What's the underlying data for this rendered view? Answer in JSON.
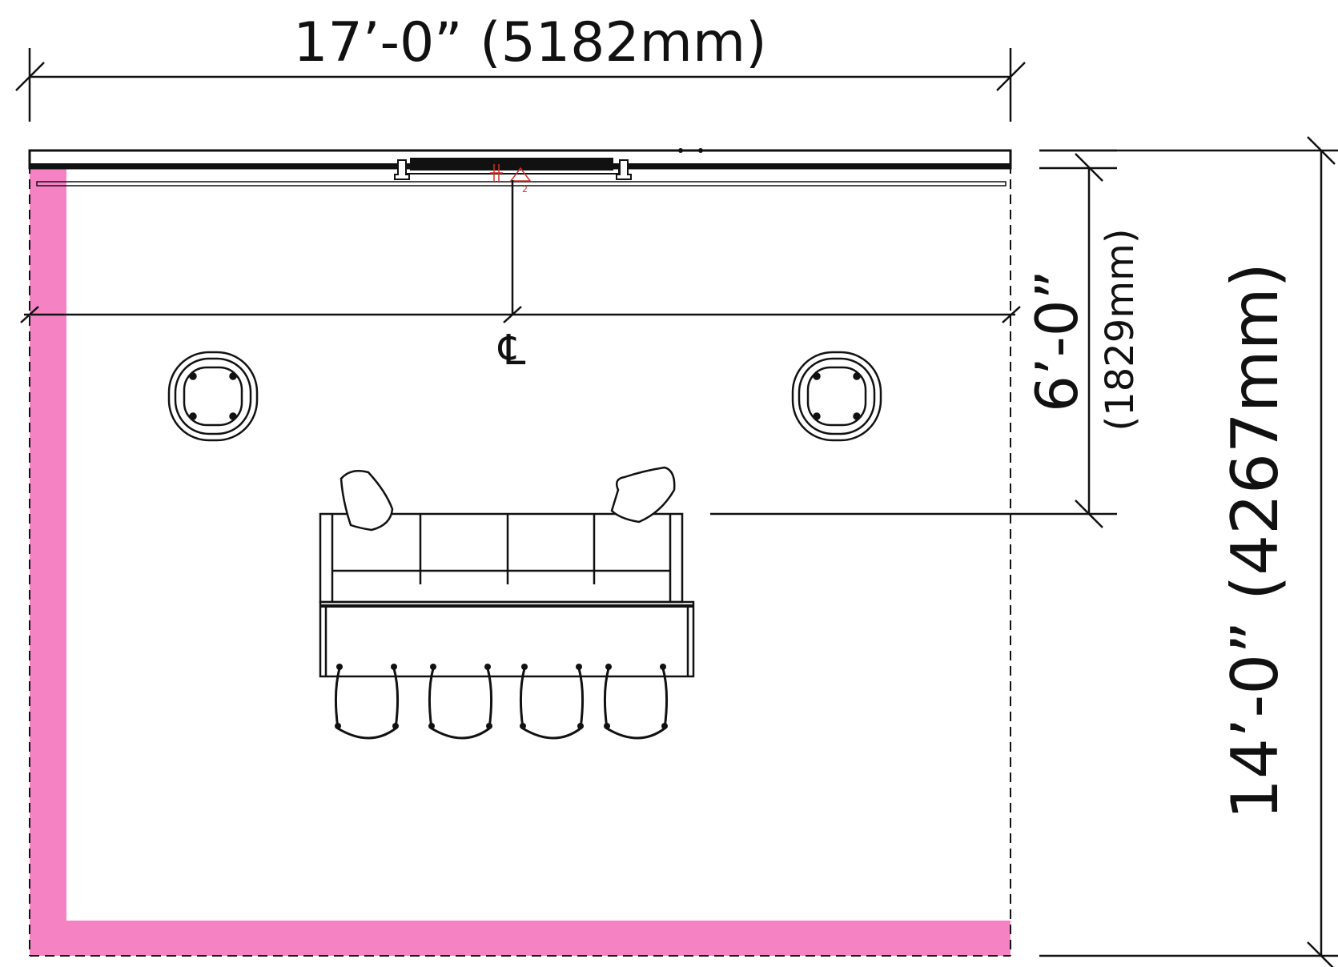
{
  "dimensions": {
    "width_label": "17’-0” (5182mm)",
    "depth_label": "14’-0” (4267mm)",
    "setback_label": "6’-0”",
    "setback_metric": "(1829mm)"
  },
  "centerline": {
    "symbol": "℄"
  },
  "colors": {
    "clearance_zone": "#f583c4",
    "linework": "#111111",
    "annotation_red": "#d0302a"
  },
  "furniture": {
    "lounge_chairs": 2,
    "sofa_seats": 4,
    "pillows": 2,
    "bench_table": 1,
    "stools": 4
  }
}
